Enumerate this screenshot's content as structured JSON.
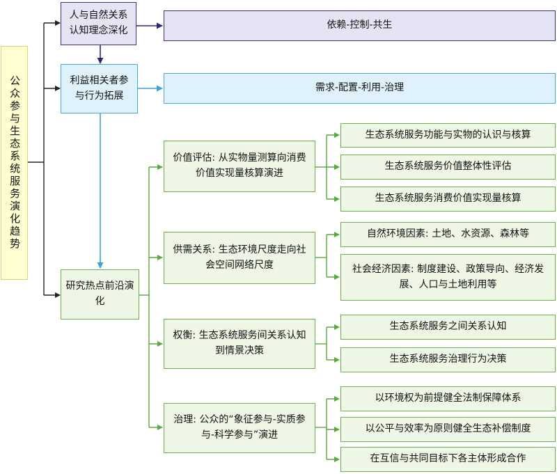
{
  "root": {
    "label": "公众参与生态系统服务演化趋势"
  },
  "level1": [
    {
      "label": "人与自然关系认知理念深化",
      "target": "依赖-控制-共生"
    },
    {
      "label": "利益相关者参与行为拓展",
      "target": "需求-配置-利用-治理"
    },
    {
      "label": "研究热点前沿演化"
    }
  ],
  "hotspots": [
    {
      "label": "价值评估: 从实物量测算向消费价值实现量核算演进",
      "items": [
        "生态系统服务功能与实物的认识与核算",
        "生态系统服务价值整体性评估",
        "生态系统服务消费价值实现量核算"
      ]
    },
    {
      "label": "供需关系: 生态环境尺度走向社会空间网络尺度",
      "items": [
        "自然环境因素: 土地、水资源、森林等",
        "社会经济因素: 制度建设、政策导向、经济发展、人口与土地利用等"
      ]
    },
    {
      "label": "权衡: 生态系统服务间关系认知到情景决策",
      "items": [
        "生态系统服务之间关系认知",
        "生态系统服务治理行为决策"
      ]
    },
    {
      "label": "治理: 公众的“象征参与-实质参与-科学参与”演进",
      "items": [
        "以环境权为前提健全法制保障体系",
        "以公平与效率为原则健全生态补偿制度",
        "在互信与共同目标下各主体形成合作"
      ]
    }
  ],
  "colors": {
    "connector": "#222222",
    "blue_connector": "#3aa3d8",
    "green_connector": "#5aa840",
    "purple_arrow": "#2a2a78"
  }
}
